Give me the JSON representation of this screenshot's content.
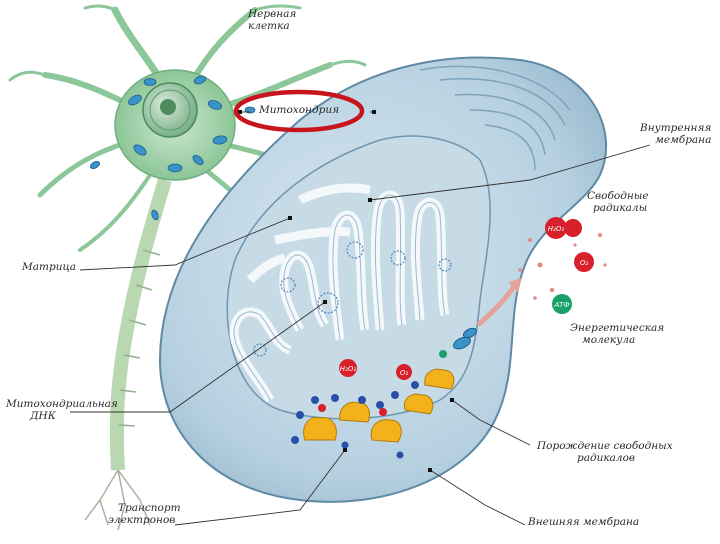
{
  "labels": {
    "nerve_cell": [
      "Нервная",
      "клетка"
    ],
    "mitochondrion": "Митохондрия",
    "inner_membrane": [
      "Внутренняя",
      "мембрана"
    ],
    "free_radicals": [
      "Свободные",
      "радикалы"
    ],
    "matrix": "Матрица",
    "energy_molecule": [
      "Энергетическая",
      "молекула"
    ],
    "mito_dna": [
      "Митохондриальная",
      "ДНК"
    ],
    "radical_generation": [
      "Порождение свободных",
      "радикалов"
    ],
    "electron_transport": [
      "Транспорт",
      "электронов"
    ],
    "outer_membrane": "Внешняя мембрана"
  },
  "molecules": {
    "h2o2": "H₂O₂",
    "o2": "O₂",
    "atp": "АТФ",
    "h2o2_small": "H₂O₂",
    "o2_small": "O₂"
  },
  "colors": {
    "highlight_ellipse": "#c8141c",
    "neuron": "#8cc79a",
    "membrane": "#a9c9dc",
    "radical_red": "#d8202a",
    "atp_green": "#1aa06a",
    "complex_yellow": "#f3b21c",
    "electron_blue": "#2a4fa8"
  }
}
